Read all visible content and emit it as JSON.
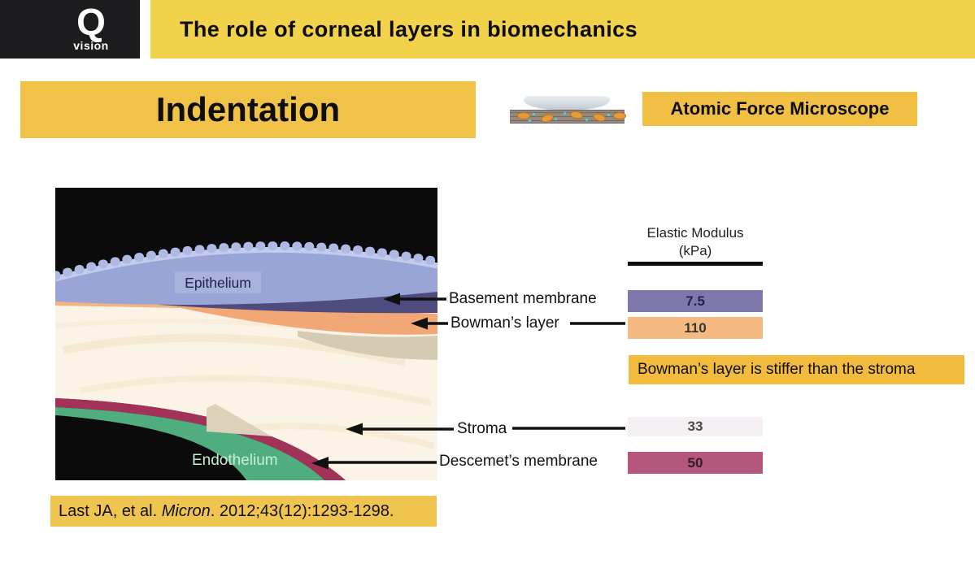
{
  "header": {
    "logo": {
      "mark": "Q",
      "word": "vision"
    },
    "title": "The role of corneal layers in biomechanics"
  },
  "banner": {
    "label": "Indentation"
  },
  "afm": {
    "caption": "Atomic Force Microscope"
  },
  "diagram": {
    "epithelium_label": "Epithelium",
    "endothelium_label": "Endothelium"
  },
  "chart_data": {
    "type": "bar",
    "orientation": "horizontal",
    "title": "Elastic Modulus",
    "unit_label": "(kPa)",
    "categories": [
      "Basement membrane",
      "Bowman’s layer",
      "Stroma",
      "Descemet’s membrane"
    ],
    "values": [
      7.5,
      110,
      33,
      50
    ],
    "bar_colors": [
      "#7F78AB",
      "#F5BA82",
      "#F4F0F3",
      "#B5567C"
    ]
  },
  "note": {
    "text": "Bowman’s layer is stiffer than the stroma"
  },
  "citation": {
    "prefix": "Last JA, et al. ",
    "journal": "Micron",
    "suffix": ". 2012;43(12):1293-1298."
  },
  "colors": {
    "header_yellow": "#F2D24A",
    "banner_yellow": "#F0C348",
    "afm_yellow": "#F0BF44",
    "note_yellow": "#F2BB3E",
    "citation_yellow": "#F0C54F",
    "epithelium_blue": "#99A5D6",
    "basement_navy": "#4E4B7E",
    "bowman_orange": "#F2A876",
    "stroma_cream": "#FAF3E6",
    "descemet_maroon": "#A23257",
    "endothelium_green": "#4FAD7E"
  }
}
